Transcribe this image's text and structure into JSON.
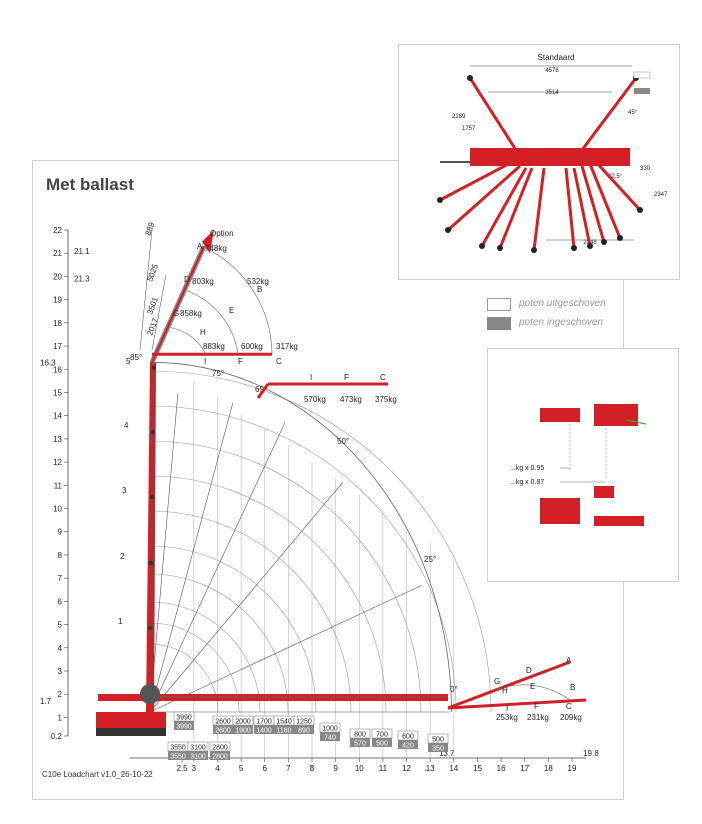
{
  "chart": {
    "title": "Met ballast",
    "footer": "C10e Loadchart v1.0_26-10-22",
    "option_label": "Option",
    "y_ticks": [
      "22",
      "21",
      "20",
      "19",
      "18",
      "17",
      "16",
      "15",
      "14",
      "13",
      "12",
      "11",
      "10",
      "9",
      "8",
      "7",
      "6",
      "5",
      "4",
      "3",
      "2",
      "1",
      "0.2"
    ],
    "y_side_labels": [
      "21.1",
      "21.3",
      "16.3",
      "1.7"
    ],
    "x_ticks": [
      "2.5",
      "3",
      "4",
      "5",
      "6",
      "7",
      "8",
      "9",
      "10",
      "11",
      "12",
      "13",
      "14",
      "15",
      "16",
      "17",
      "18",
      "19"
    ],
    "x_extra": [
      "13.7",
      "19.8"
    ],
    "angles": [
      "85",
      "75",
      "65",
      "50",
      "25",
      "0"
    ],
    "boom_sections": [
      "1",
      "2",
      "3",
      "4",
      "5"
    ],
    "jib_dims": [
      "889",
      "5025",
      "3501",
      "2017"
    ],
    "jib_points": [
      "A",
      "B",
      "C",
      "D",
      "E",
      "F",
      "G",
      "H",
      "I"
    ],
    "jib_loads_top": [
      "748kg",
      "803kg",
      "532kg",
      "858kg",
      "883kg",
      "600kg",
      "317kg"
    ],
    "jib_loads_65": [
      "570kg",
      "473kg",
      "375kg"
    ],
    "jib_loads_0": [
      "253kg",
      "231kg",
      "209kg"
    ],
    "load_pairs": [
      {
        "top": "3990",
        "bottom": "3990"
      },
      {
        "top": "3550",
        "bottom": "3550"
      },
      {
        "top": "3100",
        "bottom": "3100"
      },
      {
        "top": "2800",
        "bottom": "2800"
      },
      {
        "top": "2600",
        "bottom": "2600"
      },
      {
        "top": "2000",
        "bottom": "1900"
      },
      {
        "top": "1700",
        "bottom": "1400"
      },
      {
        "top": "1540",
        "bottom": "1180"
      },
      {
        "top": "1250",
        "bottom": "890"
      },
      {
        "top": "1000",
        "bottom": "740"
      },
      {
        "top": "800",
        "bottom": "570"
      },
      {
        "top": "700",
        "bottom": "500"
      },
      {
        "top": "600",
        "bottom": "420"
      },
      {
        "top": "500",
        "bottom": "350"
      }
    ]
  },
  "outrigger": {
    "title": "Standaard",
    "dims": [
      "4578",
      "3514",
      "2289",
      "1757",
      "45°",
      "22,5°",
      "330",
      "2347",
      "2348"
    ]
  },
  "legend": {
    "extended": "poten uitgeschoven",
    "retracted": "poten ingeschoven"
  },
  "factors": {
    "f1": "...kg x 0.95",
    "f2": "...kg x 0.87"
  },
  "colors": {
    "red": "#d31f26",
    "gray": "#888888",
    "light": "#e6e6e6"
  }
}
